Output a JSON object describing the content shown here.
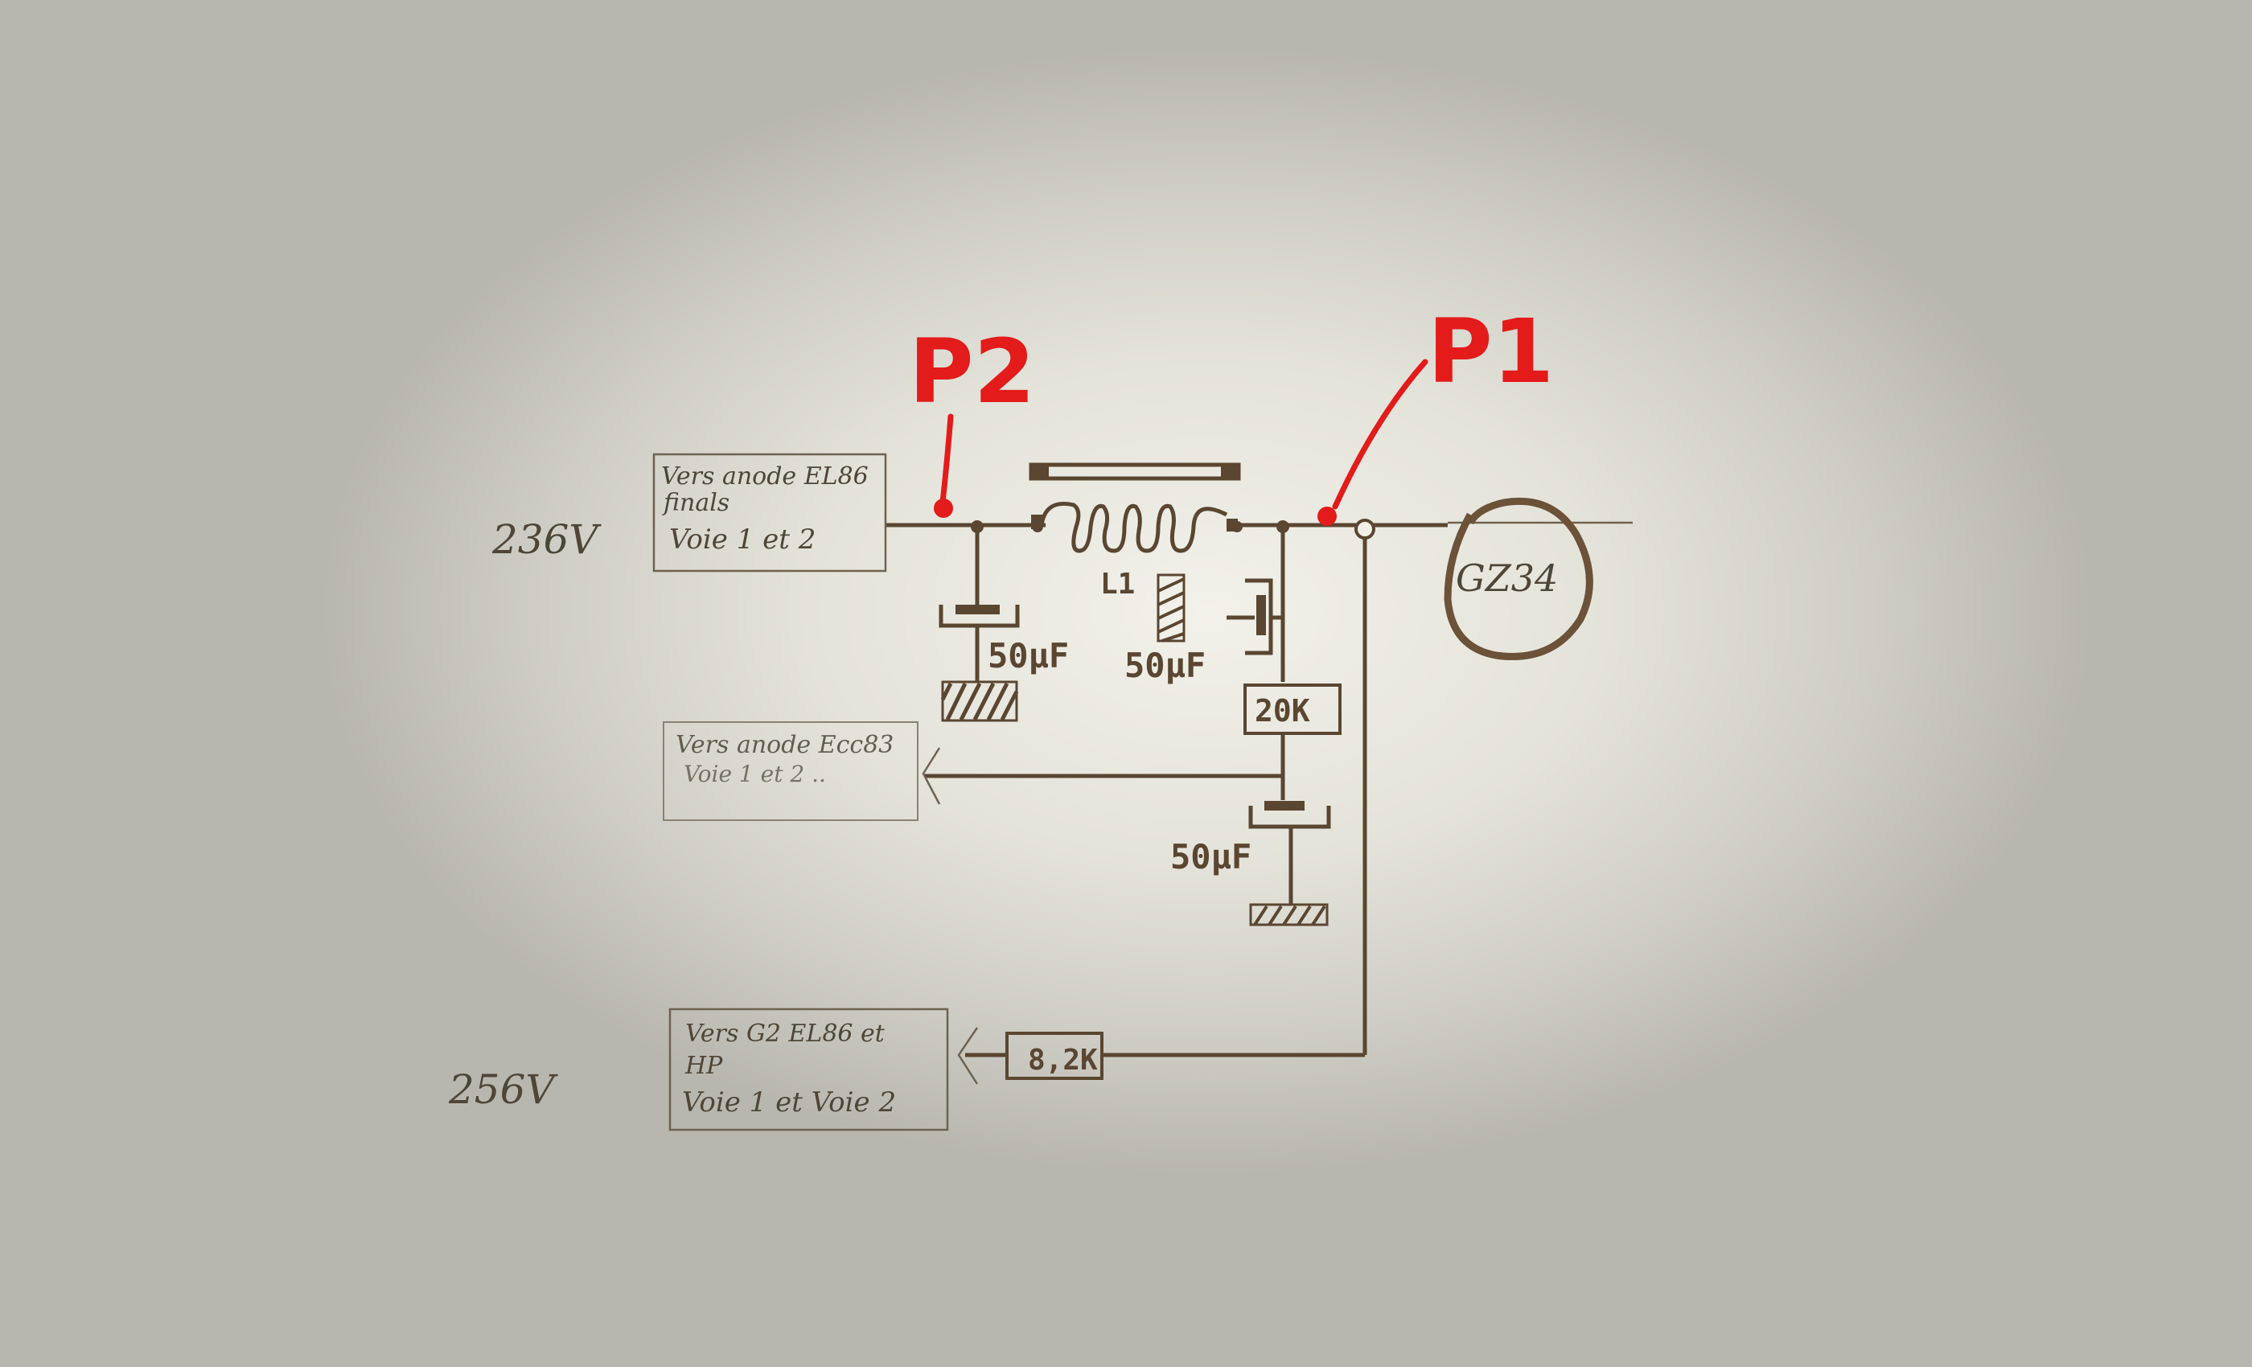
{
  "colors": {
    "wire": "#5a4631",
    "ink": "#4e4638",
    "marker": "#e31b1b",
    "paper": "#ecebe3"
  },
  "markers": {
    "p1": "P1",
    "p2": "P2"
  },
  "voltages": {
    "v1": "236V",
    "v2": "256V"
  },
  "boxes": {
    "el86_anode": {
      "line1": "Vers anode EL86",
      "line2": "finals",
      "line3": "Voie 1 et 2"
    },
    "ecc83_anode": {
      "line1": "Vers anode Ecc83",
      "line2": "Voie 1 et 2 .."
    },
    "g2_el86": {
      "line1": "Vers G2 EL86 et",
      "line2": "HP",
      "line3": "Voie 1  et Voie 2"
    }
  },
  "components": {
    "inductor": "L1",
    "cap1": "50µF",
    "cap2": "50µF",
    "cap3": "50µF",
    "res1": "20K",
    "res2": "8,2K",
    "tube": "GZ34"
  }
}
